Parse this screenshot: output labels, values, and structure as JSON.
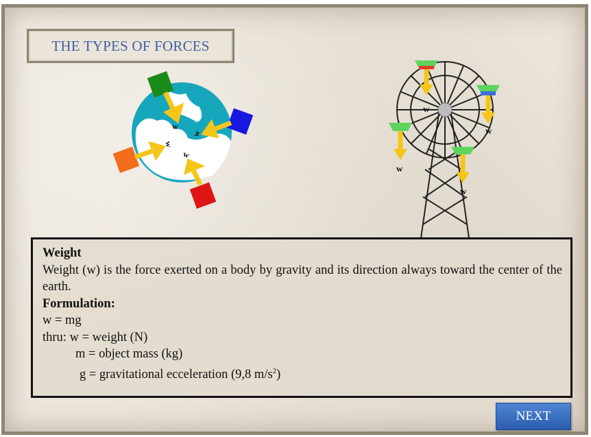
{
  "title": "THE TYPES OF FORCES",
  "globe": {
    "weight_labels": [
      "w",
      "w",
      "w",
      "w"
    ]
  },
  "ferris": {
    "weight_labels": [
      "w",
      "w",
      "w",
      "w"
    ]
  },
  "info": {
    "heading": "Weight",
    "description": "Weight (w) is the force exerted on a body by gravity and its direction always toward the center of the earth.",
    "formulation_label": "Formulation:",
    "formula": "w = mg",
    "thru_prefix": "thru: ",
    "def_w": "w = weight (N)",
    "def_m": "m = object mass (kg)",
    "def_g": "g = gravitational ecceleration (9,8 m/s",
    "def_g_sup": "2",
    "def_g_close": ")"
  },
  "next_label": "NEXT",
  "colors": {
    "title": "#3e5fa8",
    "button": "#3a6fc4",
    "arrow": "#f5c518"
  }
}
